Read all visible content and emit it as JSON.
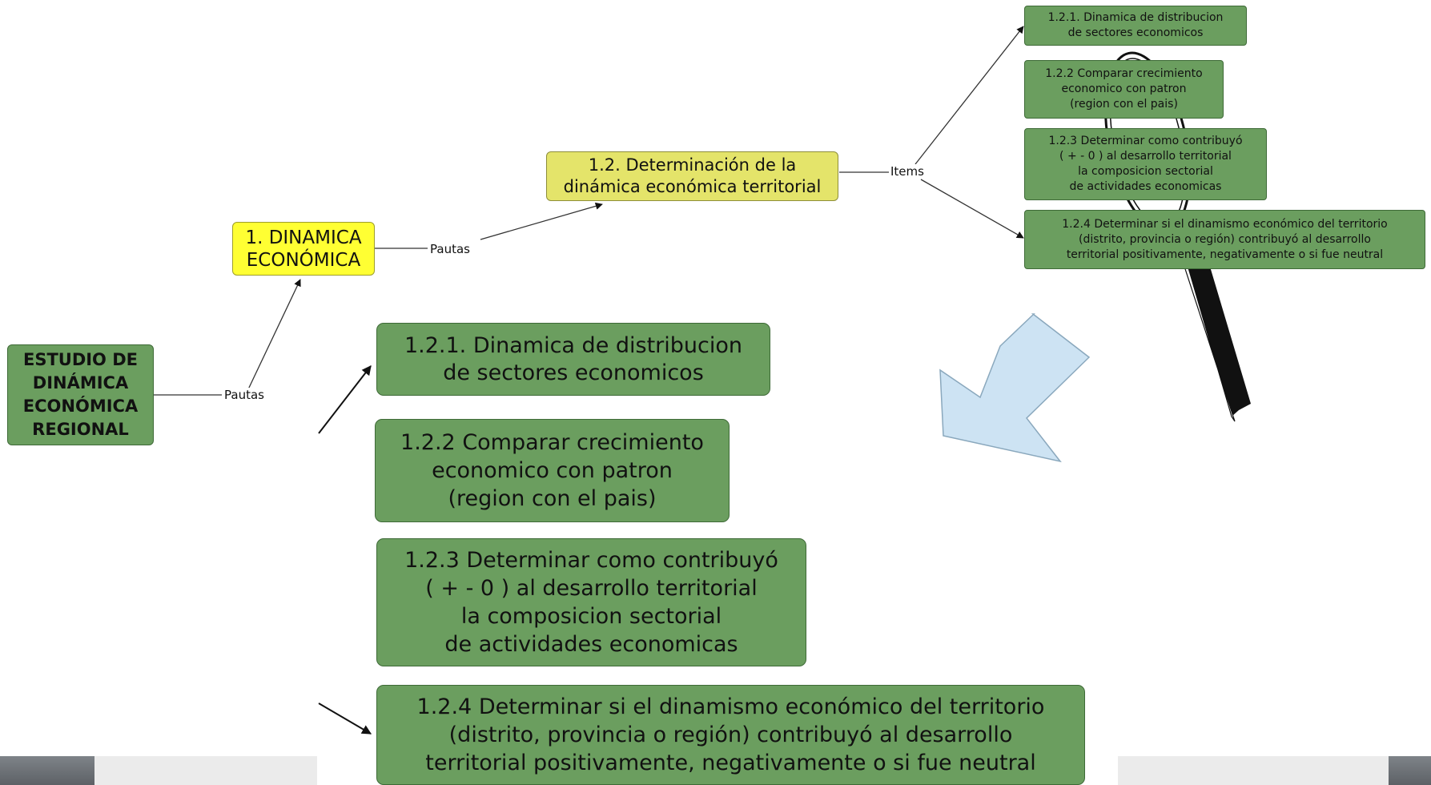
{
  "nodes": {
    "root": "ESTUDIO DE\nDINÁMICA\nECONÓMICA\nREGIONAL",
    "dinamica": "1. DINAMICA\nECONÓMICA",
    "determinacion": "1.2. Determinación de la\ndinámica económica territorial",
    "small_items": [
      "1.2.1. Dinamica de distribucion\nde sectores economicos",
      "1.2.2 Comparar crecimiento\neconomico con patron\n(region con el pais)",
      "1.2.3 Determinar como contribuyó\n( +  -  0  ) al desarrollo territorial\nla composicion sectorial\nde actividades economicas",
      "1.2.4 Determinar si el dinamismo económico del territorio\n(distrito, provincia o región) contribuyó al desarrollo\nterritorial positivamente, negativamente o si fue neutral"
    ],
    "large_items": [
      "1.2.1. Dinamica de distribucion\nde sectores economicos",
      "1.2.2 Comparar crecimiento\neconomico con patron\n(region con el pais)",
      "1.2.3 Determinar como contribuyó\n( +  -  0  ) al desarrollo territorial\nla composicion sectorial\nde actividades economicas",
      "1.2.4 Determinar si el dinamismo económico del territorio\n(distrito, provincia o región) contribuyó al desarrollo\nterritorial positivamente, negativamente o si fue neutral"
    ]
  },
  "links": {
    "pautas_1": "Pautas",
    "pautas_2": "Pautas",
    "items": "Items"
  },
  "colors": {
    "green_node": "#6b9e5f",
    "yellow_node": "#ffff33",
    "khaki_node": "#e4e46a",
    "zoom_arrow": "#cde3f3"
  },
  "icons": {
    "magnifier": "magnifying-glass-icon",
    "zoom_arrow": "down-left-arrow-icon"
  }
}
